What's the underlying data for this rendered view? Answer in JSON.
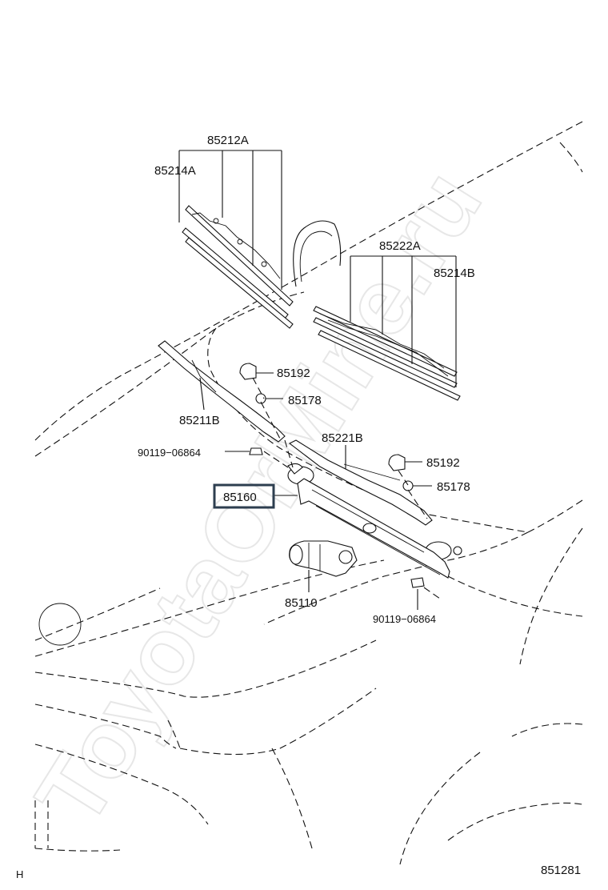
{
  "watermark": "ToyotaOrMine.ru",
  "parts": {
    "p85212A": "85212A",
    "p85214A": "85214A",
    "p85222A": "85222A",
    "p85214B": "85214B",
    "p85192_top": "85192",
    "p85178_top": "85178",
    "p85211B": "85211B",
    "p85221B": "85221B",
    "p90119_top": "90119−06864",
    "p85192_mid": "85192",
    "p85160": "85160",
    "p85178_mid": "85178",
    "p85110": "85110",
    "p90119_bot": "90119−06864"
  },
  "footer": {
    "left_code": "H",
    "diagram_number": "851281"
  }
}
